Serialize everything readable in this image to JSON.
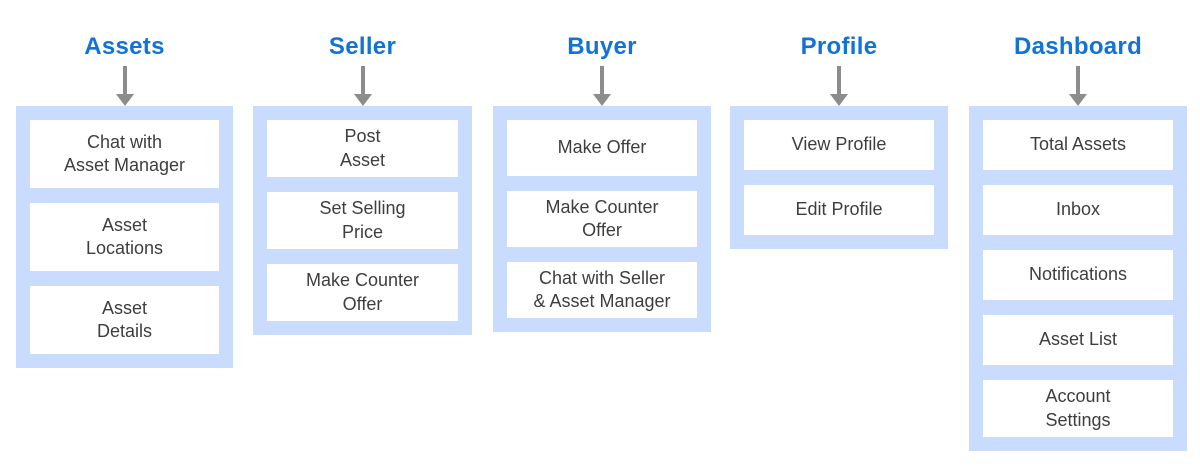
{
  "colors": {
    "panel": "#c9dcfd",
    "title": "#1273d6",
    "arrow": "#8c8c8c",
    "box_text": "#3e3e3e",
    "box_bg": "#ffffff",
    "page_bg": "#ffffff"
  },
  "icons": {
    "column_pointer": "down-arrow-icon"
  },
  "columns": [
    {
      "title": "Assets",
      "items": [
        "Chat with\nAsset Manager",
        "Asset\nLocations",
        "Asset\nDetails"
      ]
    },
    {
      "title": "Seller",
      "items": [
        "Post\nAsset",
        "Set Selling\nPrice",
        "Make Counter\nOffer"
      ]
    },
    {
      "title": "Buyer",
      "items": [
        "Make Offer",
        "Make Counter\nOffer",
        "Chat with Seller\n& Asset Manager"
      ]
    },
    {
      "title": "Profile",
      "items": [
        "View Profile",
        "Edit Profile"
      ]
    },
    {
      "title": "Dashboard",
      "items": [
        "Total Assets",
        "Inbox",
        "Notifications",
        "Asset List",
        "Account\nSettings"
      ]
    }
  ]
}
